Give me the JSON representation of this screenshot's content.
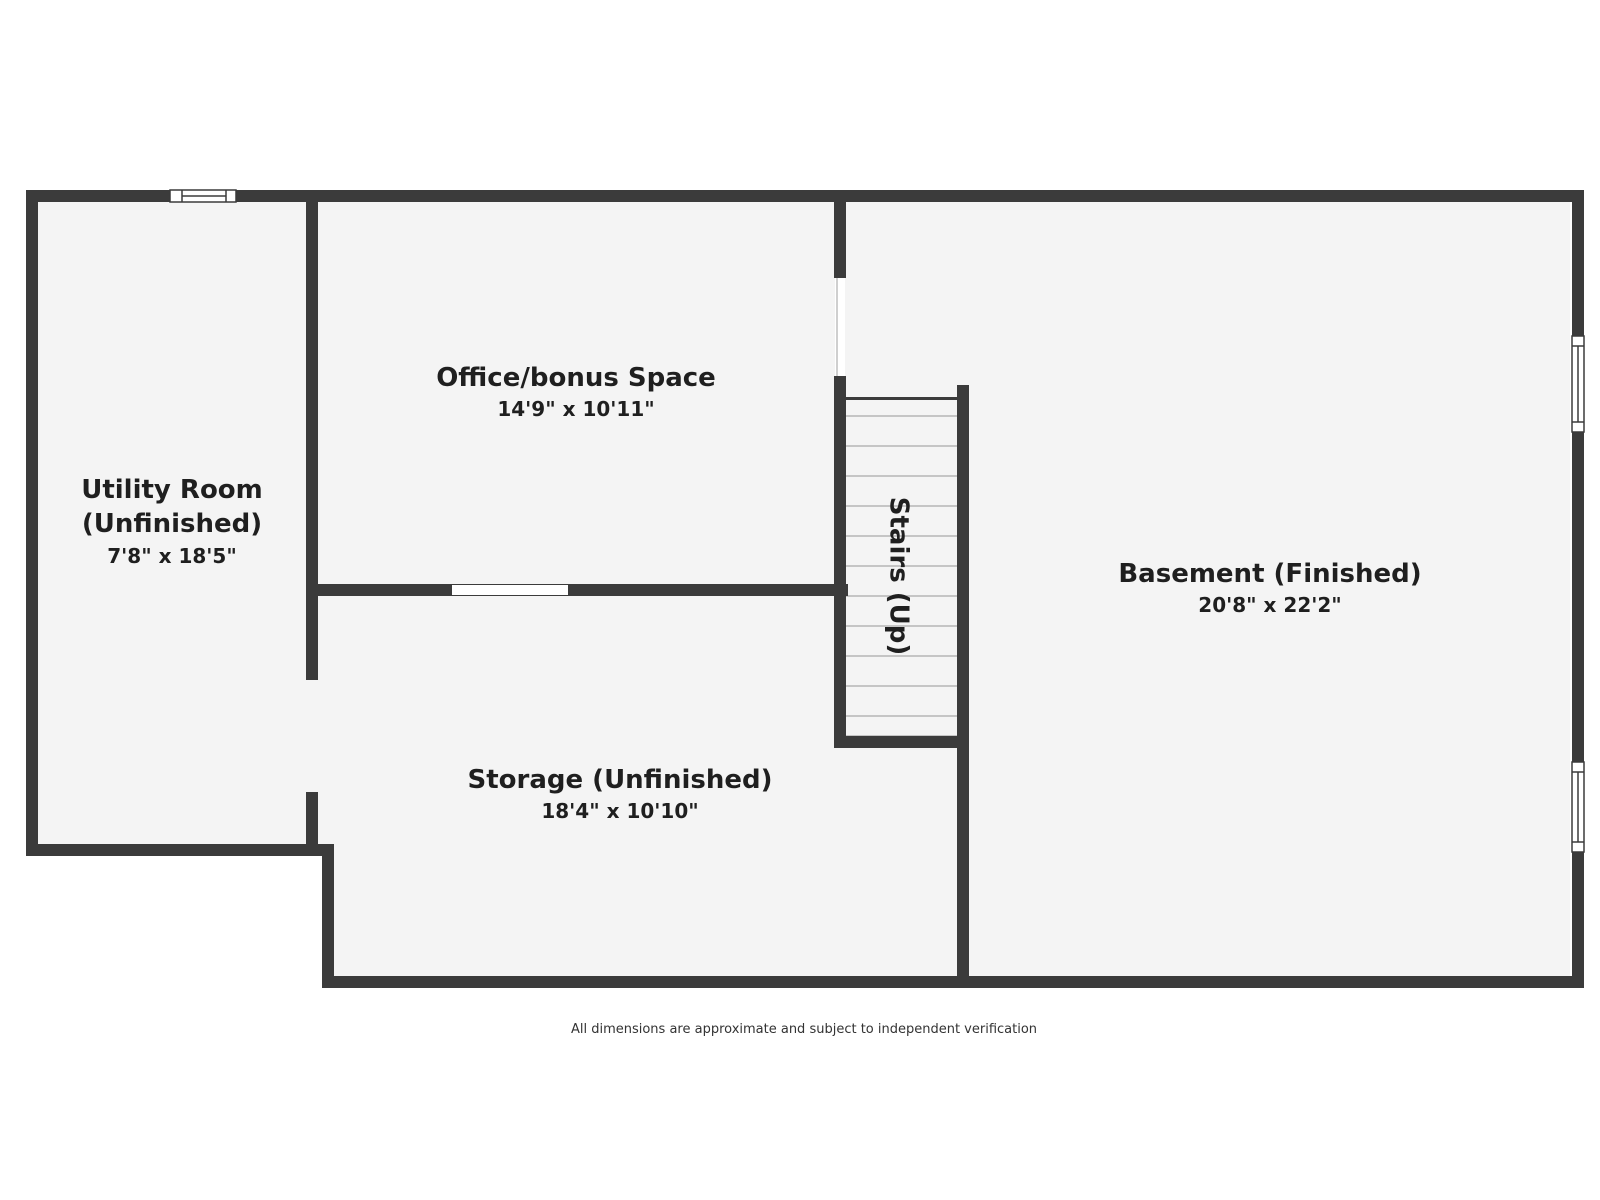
{
  "colors": {
    "wall": "#3b3b3b",
    "floor": "#f4f4f4",
    "background": "#ffffff",
    "opening": "#ffffff",
    "stair_line": "#b5b5b5",
    "text": "#1f1f1f"
  },
  "rooms": {
    "utility": {
      "name_line1": "Utility Room",
      "name_line2": "(Unfinished)",
      "dims": "7'8\" x 18'5\""
    },
    "office": {
      "name": "Office/bonus Space",
      "dims": "14'9\" x 10'11\""
    },
    "storage": {
      "name": "Storage (Unfinished)",
      "dims": "18'4\" x 10'10\""
    },
    "basement": {
      "name": "Basement (Finished)",
      "dims": "20'8\" x 22'2\""
    },
    "stairs": {
      "name": "Stairs (Up)"
    }
  },
  "footnote": "All dimensions are approximate and subject to independent verification"
}
